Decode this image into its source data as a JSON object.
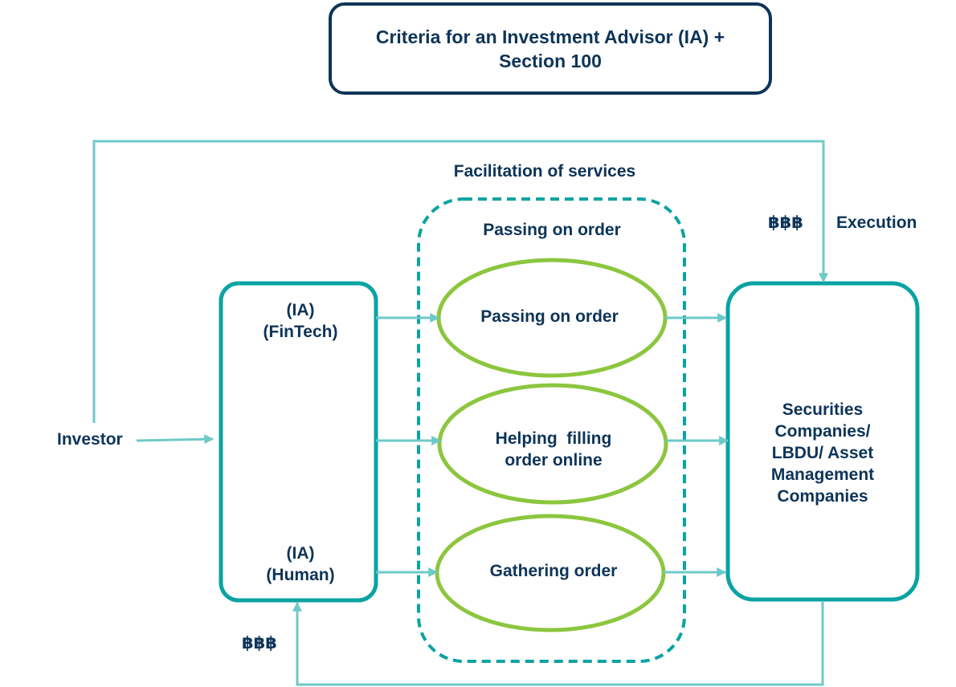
{
  "title": {
    "line1": "Criteria for an Investment Advisor (IA) +",
    "line2": "Section 100"
  },
  "group_label": "Facilitation of services",
  "group_sublabel": "Passing on order",
  "investor_label": "Investor",
  "ia_box": {
    "fintech": [
      "(IA)",
      "(FinTech)"
    ],
    "human": [
      "(IA)",
      "(Human)"
    ]
  },
  "services": [
    {
      "lines": [
        "Passing on order"
      ]
    },
    {
      "lines": [
        "Helping  filling",
        "order online"
      ]
    },
    {
      "lines": [
        "Gathering order"
      ]
    }
  ],
  "securities_box": {
    "lines": [
      "Securities",
      "Companies/",
      "LBDU/ Asset",
      "Management",
      "Companies"
    ]
  },
  "payment_top": "฿฿฿",
  "execution_label": "Execution",
  "payment_bottom": "฿฿฿",
  "colors": {
    "navy": "#0d3458",
    "teal": "#0aa3a3",
    "light_teal": "#6ec9c9",
    "green": "#8cc63f"
  }
}
